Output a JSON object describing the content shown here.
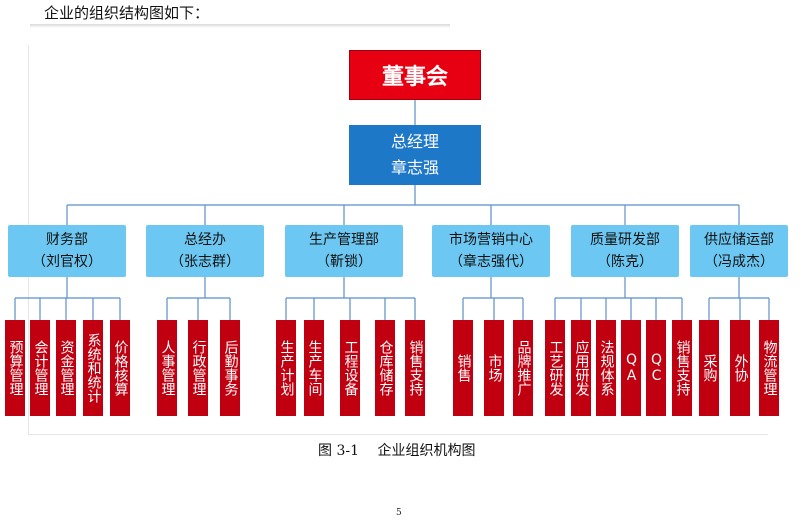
{
  "intro": "企业的组织结构图如下：",
  "board": "董事会",
  "gm": {
    "title": "总经理",
    "name": "章志强"
  },
  "departments": [
    {
      "name": "财务部",
      "head": "（刘官权）",
      "subs": [
        "预算管理",
        "会计管理",
        "资金管理",
        "系统和统计",
        "价格核算"
      ]
    },
    {
      "name": "总经办",
      "head": "（张志群）",
      "subs": [
        "人事管理",
        "行政管理",
        "后勤事务"
      ]
    },
    {
      "name": "生产管理部",
      "head": "（靳锁）",
      "subs": [
        "生产计划",
        "生产车间",
        "工程设备",
        "仓库储存",
        "销售支持"
      ]
    },
    {
      "name": "市场营销中心",
      "head": "（章志强代）",
      "subs": [
        "销售",
        "市场",
        "品牌推广"
      ]
    },
    {
      "name": "质量研发部",
      "head": "（陈克）",
      "subs": [
        "工艺研发",
        "应用研发",
        "法规体系",
        "QA",
        "QC",
        "销售支持"
      ]
    },
    {
      "name": "供应储运部",
      "head": "（冯成杰）",
      "subs": [
        "采购",
        "外协",
        "物流管理"
      ]
    }
  ],
  "caption": "图 3-1　 企业组织机构图",
  "page_number": "5",
  "colors": {
    "board": "#e60012",
    "gm": "#1e78c8",
    "dept": "#6cc8f2",
    "sub": "#c00010",
    "line": "#5b8fc9"
  }
}
